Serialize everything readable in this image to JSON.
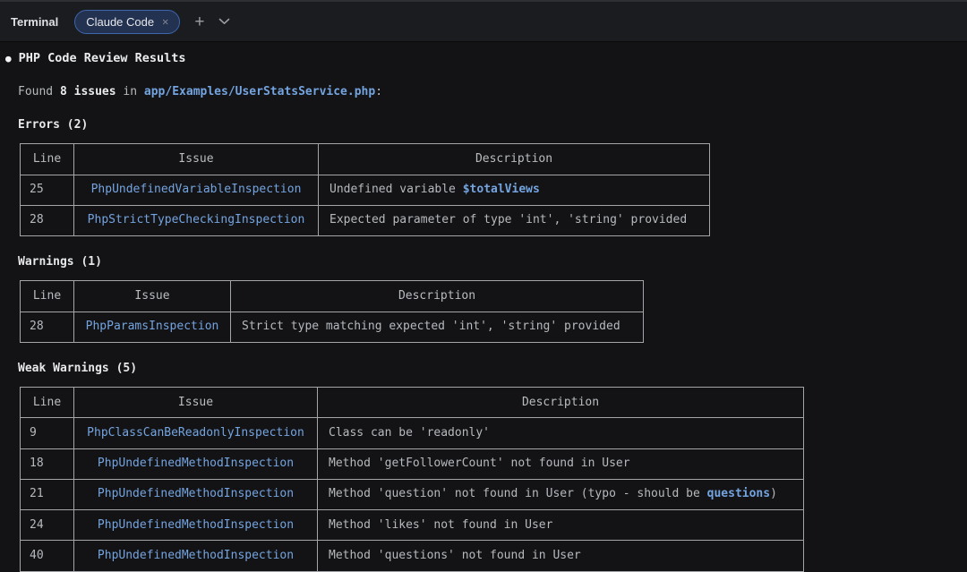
{
  "tab_bar": {
    "panel_title": "Terminal",
    "active_tab_label": "Claude Code",
    "close_glyph": "✕",
    "new_tab_glyph": "+"
  },
  "colors": {
    "accent_blue": "#74a4e0",
    "tab_pill_background": "#233250",
    "tab_pill_border": "#3d66ac",
    "table_border": "#a3a5a8",
    "terminal_background": "#131315"
  },
  "report": {
    "bullet_glyph": "●",
    "title": "PHP Code Review Results",
    "summary": {
      "found": "Found ",
      "count": "8 issues",
      "in": " in ",
      "file": "app/Examples/UserStatsService.php",
      "colon": ":"
    },
    "sections": [
      {
        "heading": "Errors (2)",
        "columns": [
          "Line",
          "Issue",
          "Description"
        ],
        "rows": [
          {
            "line": "25",
            "issue": "PhpUndefinedVariableInspection",
            "desc": [
              "Undefined variable ",
              "$totalViews"
            ]
          },
          {
            "line": "28",
            "issue": "PhpStrictTypeCheckingInspection",
            "desc": [
              "Expected parameter of type 'int', 'string' provided"
            ]
          }
        ]
      },
      {
        "heading": "Warnings (1)",
        "columns": [
          "Line",
          "Issue",
          "Description"
        ],
        "rows": [
          {
            "line": "28",
            "issue": "PhpParamsInspection",
            "desc": [
              "Strict type matching expected 'int', 'string' provided"
            ]
          }
        ]
      },
      {
        "heading": "Weak Warnings (5)",
        "columns": [
          "Line",
          "Issue",
          "Description"
        ],
        "rows": [
          {
            "line": "9",
            "issue": "PhpClassCanBeReadonlyInspection",
            "desc": [
              "Class can be 'readonly'"
            ]
          },
          {
            "line": "18",
            "issue": "PhpUndefinedMethodInspection",
            "desc": [
              "Method 'getFollowerCount' not found in User"
            ]
          },
          {
            "line": "21",
            "issue": "PhpUndefinedMethodInspection",
            "desc": [
              "Method 'question' not found in User (typo - should be ",
              "questions",
              ")"
            ]
          },
          {
            "line": "24",
            "issue": "PhpUndefinedMethodInspection",
            "desc": [
              "Method 'likes' not found in User"
            ]
          },
          {
            "line": "40",
            "issue": "PhpUndefinedMethodInspection",
            "desc": [
              "Method 'questions' not found in User"
            ]
          }
        ]
      }
    ]
  }
}
